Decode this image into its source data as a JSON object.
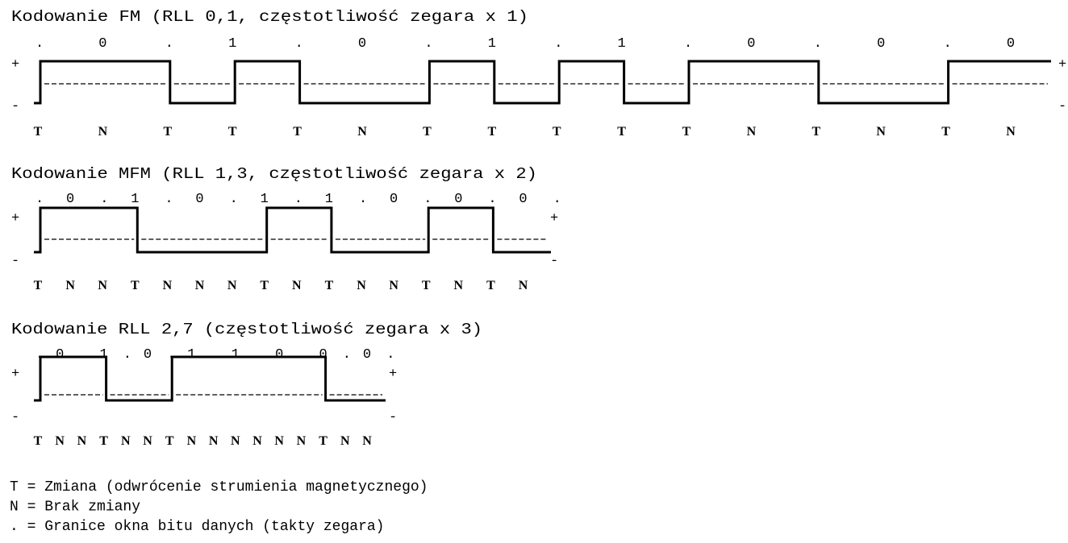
{
  "diagrams": [
    {
      "title": "Kodowanie FM (RLL 0,1, częstotliwość zegara x 1)",
      "bits": [
        "0",
        "1",
        "0",
        "1",
        "1",
        "0",
        "0",
        "0"
      ],
      "clock_mark": ".",
      "labels": [
        "T",
        "N",
        "T",
        "T",
        "T",
        "N",
        "T",
        "T",
        "T",
        "T",
        "T",
        "N",
        "T",
        "N",
        "T",
        "N"
      ],
      "plus": "+",
      "minus": "-"
    },
    {
      "title": "Kodowanie MFM (RLL 1,3, częstotliwość zegara x 2)",
      "bits": [
        "0",
        "1",
        "0",
        "1",
        "1",
        "0",
        "0",
        "0"
      ],
      "clock_mark": ".",
      "labels": [
        "T",
        "N",
        "N",
        "T",
        "N",
        "N",
        "N",
        "T",
        "N",
        "T",
        "N",
        "N",
        "T",
        "N",
        "T",
        "N"
      ],
      "plus": "+",
      "minus": "-"
    },
    {
      "title": "Kodowanie RLL 2,7 (częstotliwość zegara x 3)",
      "bits": [
        "0",
        "1",
        "0",
        "1",
        "1",
        "0",
        "0",
        "0"
      ],
      "clock_mark": ".",
      "labels": [
        "T",
        "N",
        "N",
        "T",
        "N",
        "N",
        "T",
        "N",
        "N",
        "N",
        "N",
        "N",
        "N",
        "T",
        "N",
        "N"
      ],
      "plus": "+",
      "minus": "-"
    }
  ],
  "legend": [
    "T = Zmiana (odwrócenie strumienia magnetycznego)",
    "N = Brak zmiany",
    ". = Granice okna bitu danych (takty zegara)"
  ]
}
